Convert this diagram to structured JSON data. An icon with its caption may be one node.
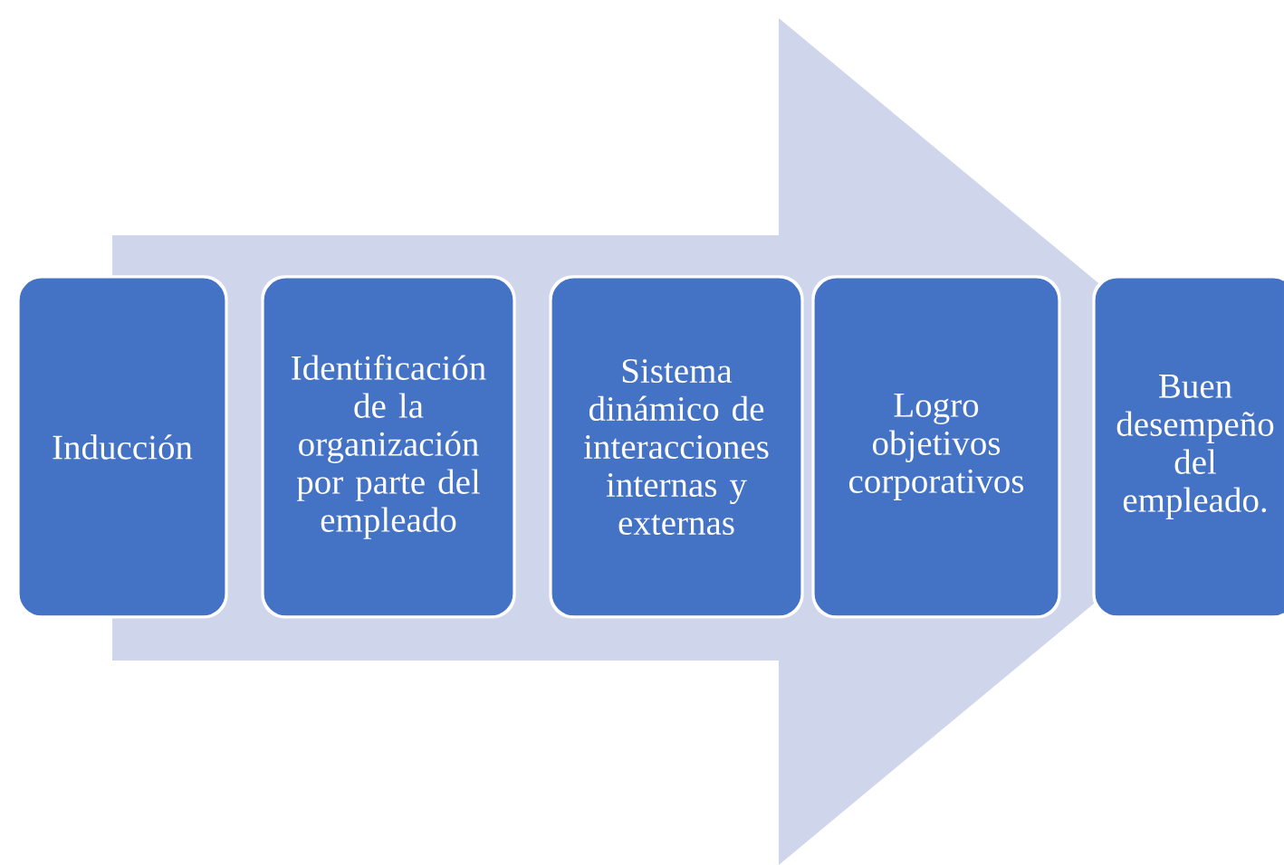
{
  "diagram": {
    "nodes": [
      {
        "text": [
          "Inducción"
        ]
      },
      {
        "text": [
          "Identificación de la organización por parte del empleado"
        ]
      },
      {
        "text": [
          "Sistema dinámico de interacciones internas y externas"
        ]
      },
      {
        "text": [
          "Logro objetivos corporativos"
        ]
      },
      {
        "text": [
          "Buen desempeño del empleado."
        ]
      }
    ],
    "edges": [
      {
        "from": 0,
        "to": 4,
        "arrow": "to"
      }
    ]
  }
}
